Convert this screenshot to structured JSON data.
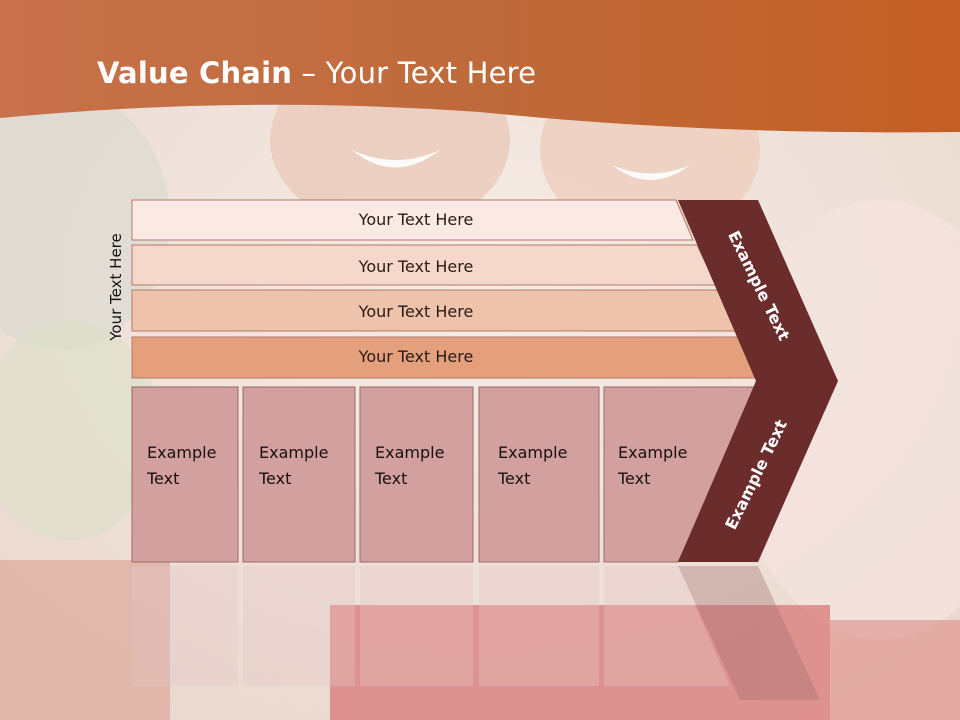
{
  "title": {
    "bold": "Value Chain",
    "rest": " – Your Text Here"
  },
  "side_label": "Your Text Here",
  "bars": [
    "Your Text Here",
    "Your Text Here",
    "Your Text Here",
    "Your Text Here"
  ],
  "boxes": [
    {
      "line1": "Example",
      "line2": "Text"
    },
    {
      "line1": "Example",
      "line2": "Text"
    },
    {
      "line1": "Example",
      "line2": "Text"
    },
    {
      "line1": "Example",
      "line2": "Text"
    },
    {
      "line1": "Example",
      "line2": "Text"
    }
  ],
  "chevron": {
    "upper": "Example Text",
    "lower": "Example Text"
  },
  "colors": {
    "header": "#c4632c",
    "bar_fills": [
      "#fbeae4",
      "#f5d8cb",
      "#eec3ab",
      "#e4a07d"
    ],
    "box_fill": "#d3a0a0",
    "chevron": "#6b2c2c"
  }
}
